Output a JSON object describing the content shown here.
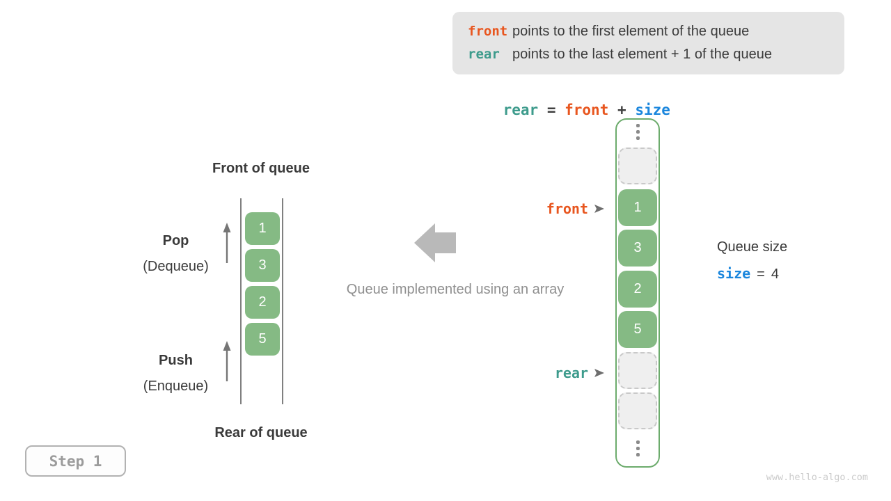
{
  "colors": {
    "orange_front": "#e8561f",
    "teal_rear": "#3d9b8c",
    "blue_size": "#1a86dd",
    "green_cell": "#85ba84",
    "green_container_border": "#6cab6c",
    "info_box_bg": "#e5e5e5",
    "dark_text": "#3b3b3b",
    "caption_gray": "#8f8f8f"
  },
  "info_box": {
    "lines": [
      {
        "keyword": "front",
        "text": "points to the first element of the queue"
      },
      {
        "keyword": "rear",
        "text": "points to the last element + 1 of the queue"
      }
    ]
  },
  "formula": {
    "lhs": "rear",
    "eq": "=",
    "mid": "front",
    "op": "+",
    "rhs": "size"
  },
  "stack_diagram": {
    "top_label": "Front of queue",
    "bottom_label": "Rear of queue",
    "pop_title": "Pop",
    "pop_subtitle": "(Dequeue)",
    "push_title": "Push",
    "push_subtitle": "(Enqueue)",
    "values": [
      "1",
      "3",
      "2",
      "5"
    ]
  },
  "center": {
    "caption": "Queue implemented using an array"
  },
  "array_diagram": {
    "front_pointer": "front",
    "rear_pointer": "rear",
    "cells": [
      {
        "type": "empty",
        "value": ""
      },
      {
        "type": "value",
        "value": "1"
      },
      {
        "type": "value",
        "value": "3"
      },
      {
        "type": "value",
        "value": "2"
      },
      {
        "type": "value",
        "value": "5"
      },
      {
        "type": "empty",
        "value": ""
      },
      {
        "type": "empty",
        "value": ""
      }
    ]
  },
  "queue_size": {
    "label": "Queue size",
    "variable": "size",
    "eq": "=",
    "value": "4"
  },
  "step": {
    "label": "Step 1"
  },
  "watermark": "www.hello-algo.com"
}
